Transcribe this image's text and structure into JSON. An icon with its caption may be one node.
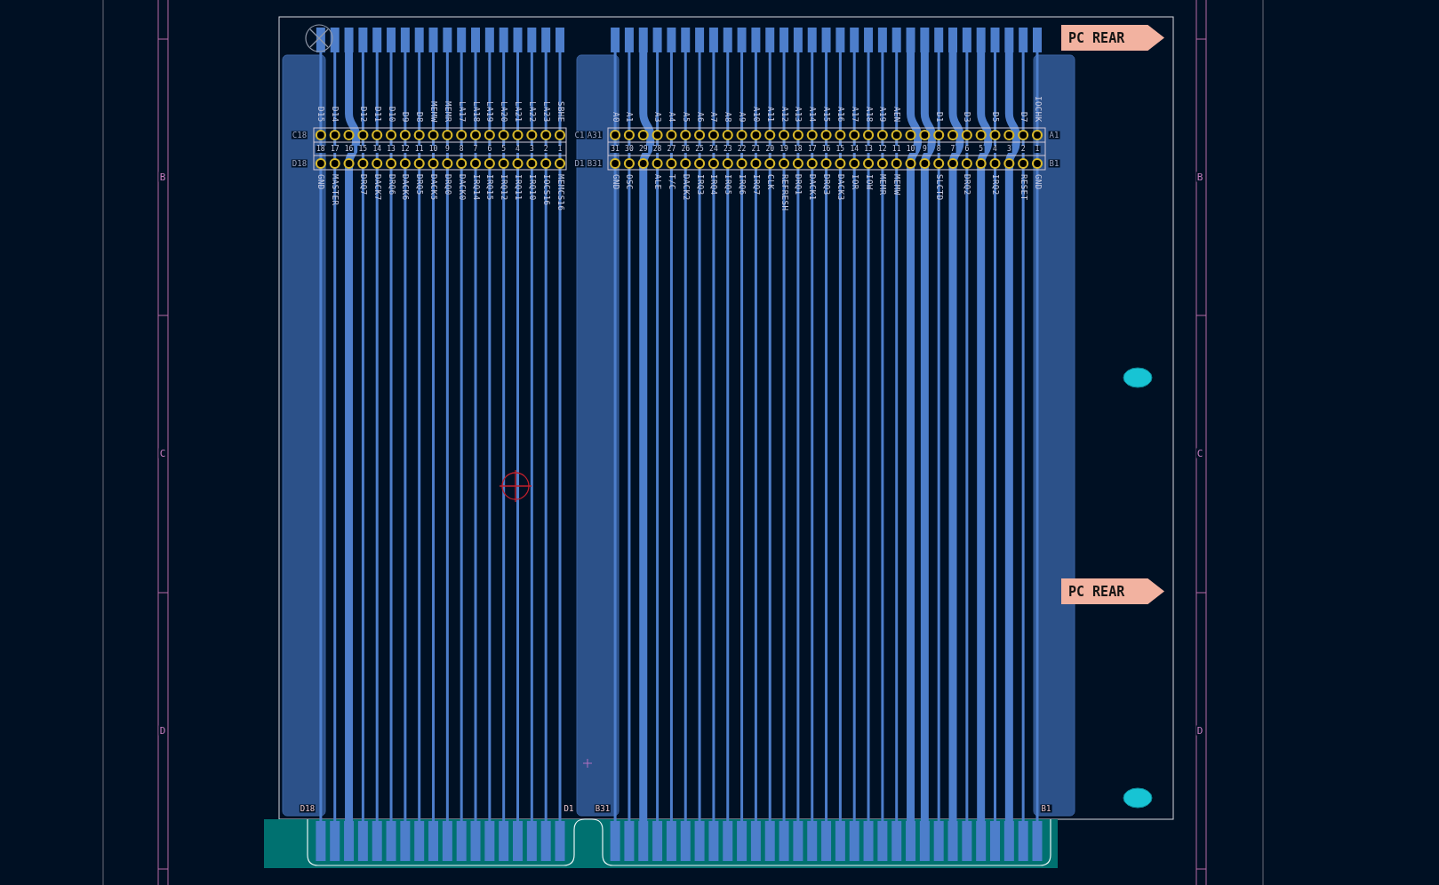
{
  "diagram": {
    "nodes": [
      {
        "text": [
          "PC REAR"
        ]
      },
      {
        "text": [
          "PC REAR"
        ]
      }
    ],
    "labels": [
      "B",
      "C",
      "D",
      "B",
      "C",
      "D",
      "C18",
      "C1",
      "D18",
      "D1",
      "A31",
      "A1",
      "B31",
      "B1",
      "D15",
      "D14",
      "D12",
      "D11",
      "D10",
      "D9",
      "D8",
      "MEMW",
      "MEMR",
      "LA17",
      "LA18",
      "LA19",
      "LA20",
      "LA21",
      "LA22",
      "LA23",
      "SBHE",
      "18",
      "17",
      "16",
      "15",
      "14",
      "13",
      "12",
      "11",
      "10",
      "9",
      "8",
      "7",
      "6",
      "5",
      "4",
      "3",
      "2",
      "1",
      "GND",
      "MASTER",
      "DRQ7",
      "DACK7",
      "DRQ6",
      "DACK6",
      "DRQ5",
      "DACK5",
      "DRQ0",
      "DACK0",
      "IRQ14",
      "IRQ15",
      "IRQ12",
      "IRQ11",
      "IRQ10",
      "IOCS16",
      "MEMCS16",
      "A0",
      "A1",
      "A3",
      "A4",
      "A5",
      "A6",
      "A7",
      "A8",
      "A9",
      "A10",
      "A11",
      "A12",
      "A13",
      "A14",
      "A15",
      "A16",
      "A17",
      "A18",
      "A19",
      "AEN",
      "D1",
      "D3",
      "D5",
      "D7",
      "IOCHK",
      "31",
      "30",
      "29",
      "28",
      "27",
      "26",
      "25",
      "24",
      "23",
      "22",
      "21",
      "20",
      "19",
      "18",
      "17",
      "16",
      "15",
      "14",
      "13",
      "12",
      "11",
      "10",
      "9",
      "8",
      "7",
      "6",
      "5",
      "4",
      "3",
      "2",
      "1",
      "GND",
      "OSC",
      "ALE",
      "T/C",
      "DACK2",
      "IRQ3",
      "IRQ4",
      "IRQ5",
      "IRQ6",
      "IRQ7",
      "CLK",
      "REFRESH",
      "DRQ1",
      "DACK1",
      "DRQ3",
      "DACK3",
      "IOR",
      "IOW",
      "MEMR",
      "MEMW",
      "SLCTD",
      "DRQ2",
      "IRQ2",
      "RESET",
      "GND",
      "D18",
      "D1",
      "B31",
      "B1"
    ]
  }
}
